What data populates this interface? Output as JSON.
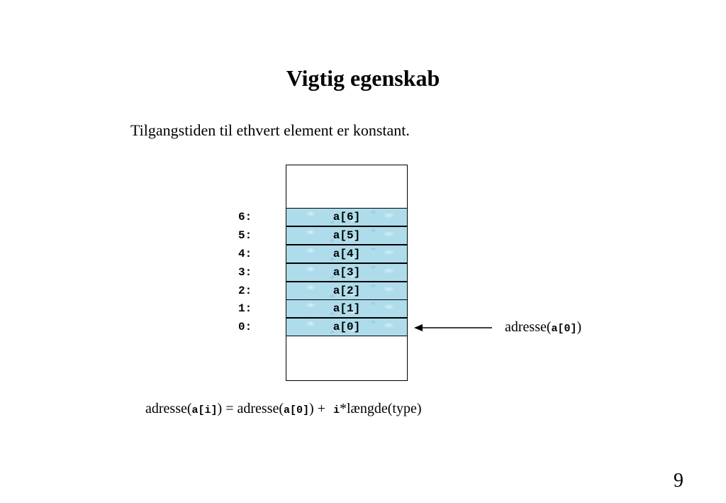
{
  "slide": {
    "title": "Vigtig egenskab",
    "subtitle": "Tilgangstiden til ethvert element er konstant.",
    "page_number": "9"
  },
  "memory": {
    "cells": [
      {
        "index": "6:",
        "label": "a[6]"
      },
      {
        "index": "5:",
        "label": "a[5]"
      },
      {
        "index": "4:",
        "label": "a[4]"
      },
      {
        "index": "3:",
        "label": "a[3]"
      },
      {
        "index": "2:",
        "label": "a[2]"
      },
      {
        "index": "1:",
        "label": "a[1]"
      },
      {
        "index": "0:",
        "label": "a[0]"
      }
    ],
    "cell_color": "#aedcea"
  },
  "address_label": {
    "prefix": "adresse(",
    "code": "a[0]",
    "suffix": ")"
  },
  "formula": {
    "p1": "adresse(",
    "c1": "a[i]",
    "p2": ") = adresse(",
    "c2": "a[0]",
    "p3": ") + ",
    "c3": "i",
    "p4": "*længde(type)"
  }
}
